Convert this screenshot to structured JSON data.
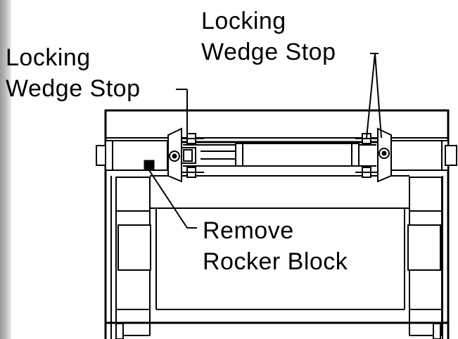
{
  "labels": {
    "locking_wedge_stop_left": {
      "line1": "Locking",
      "line2": "Wedge Stop"
    },
    "locking_wedge_stop_right": {
      "line1": "Locking",
      "line2": "Wedge Stop"
    },
    "remove_rocker_block": {
      "line1": "Remove",
      "line2": "Rocker Block"
    }
  },
  "colors": {
    "ink": "#000000",
    "paper": "#ffffff",
    "edge_shadow": "#9a9a9a"
  }
}
